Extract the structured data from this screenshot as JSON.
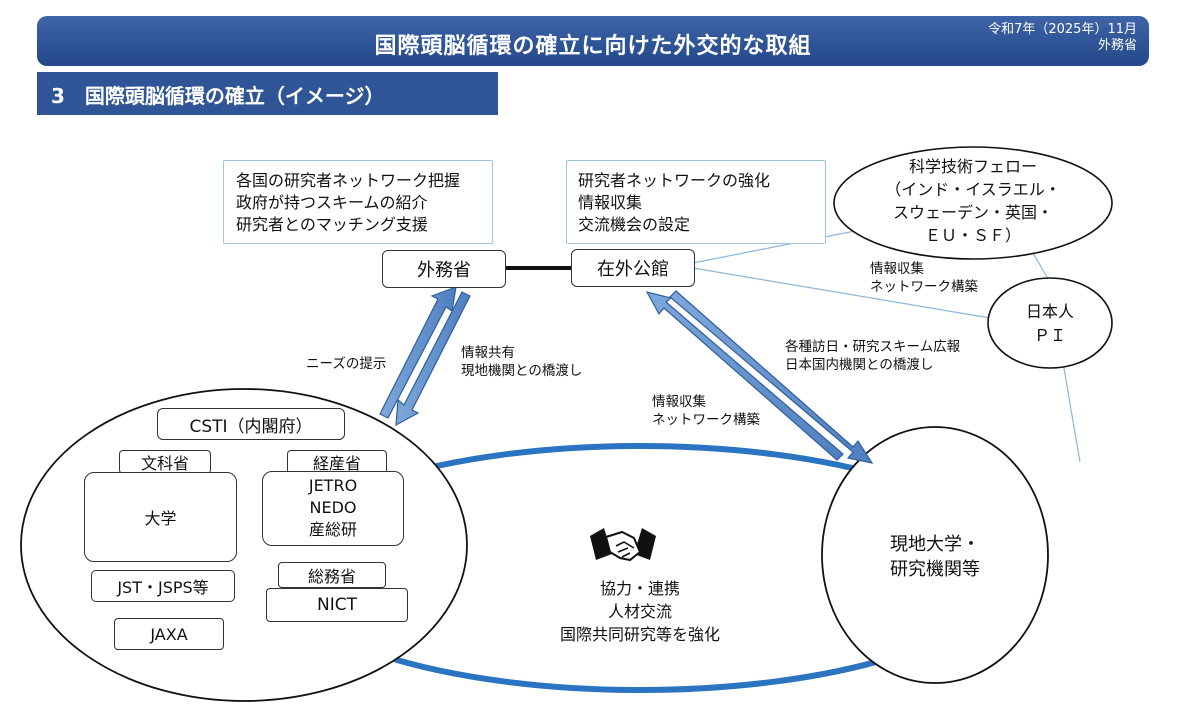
{
  "header": {
    "title": "国際頭脳循環の確立に向けた外交的な取組",
    "date": "令和7年（2025年）11月",
    "org": "外務省"
  },
  "section": {
    "title": "3　国際頭脳循環の確立（イメージ）"
  },
  "mofa_box": {
    "lines": [
      "各国の研究者ネットワーク把握",
      "政府が持つスキームの紹介",
      "研究者とのマッチング支援"
    ]
  },
  "embassy_box": {
    "lines": [
      "研究者ネットワークの強化",
      "情報収集",
      "交流機会の設定"
    ]
  },
  "fellow": {
    "lines": [
      "科学技術フェロー",
      "（インド・イスラエル・",
      "スウェーデン・英国・",
      "ＥＵ・ＳＦ）"
    ]
  },
  "mofa_label": "外務省",
  "embassy_label": "在外公館",
  "pi": {
    "lines": [
      "日本人",
      "ＰＩ"
    ]
  },
  "labels": {
    "needs": "ニーズの提示",
    "share": [
      "情報共有",
      "現地機関との橋渡し"
    ],
    "collect_right": [
      "情報収集",
      "ネットワーク構築"
    ],
    "visits": [
      "各種訪日・研究スキーム広報",
      "日本国内機関との橋渡し"
    ],
    "collect_mid": [
      "情報収集",
      "ネットワーク構築"
    ]
  },
  "japan": {
    "csti": "CSTI（内閣府）",
    "mext": "文科省",
    "univ": "大学",
    "jst": "JST・JSPS等",
    "jaxa": "JAXA",
    "meti": "経産省",
    "meti_orgs": [
      "JETRO",
      "NEDO",
      "産総研"
    ],
    "mic": "総務省",
    "nict": "NICT"
  },
  "local": {
    "lines": [
      "現地大学・",
      "研究機関等"
    ]
  },
  "coop": {
    "icon": "handshake-icon",
    "lines": [
      "協力・連携",
      "人材交流",
      "国際共同研究等を強化"
    ]
  },
  "colors": {
    "banner": "#2e5597",
    "arrow": "#5b8ac8",
    "ellipse_blue": "#2a74c2",
    "thin_line": "#8fb5da"
  }
}
